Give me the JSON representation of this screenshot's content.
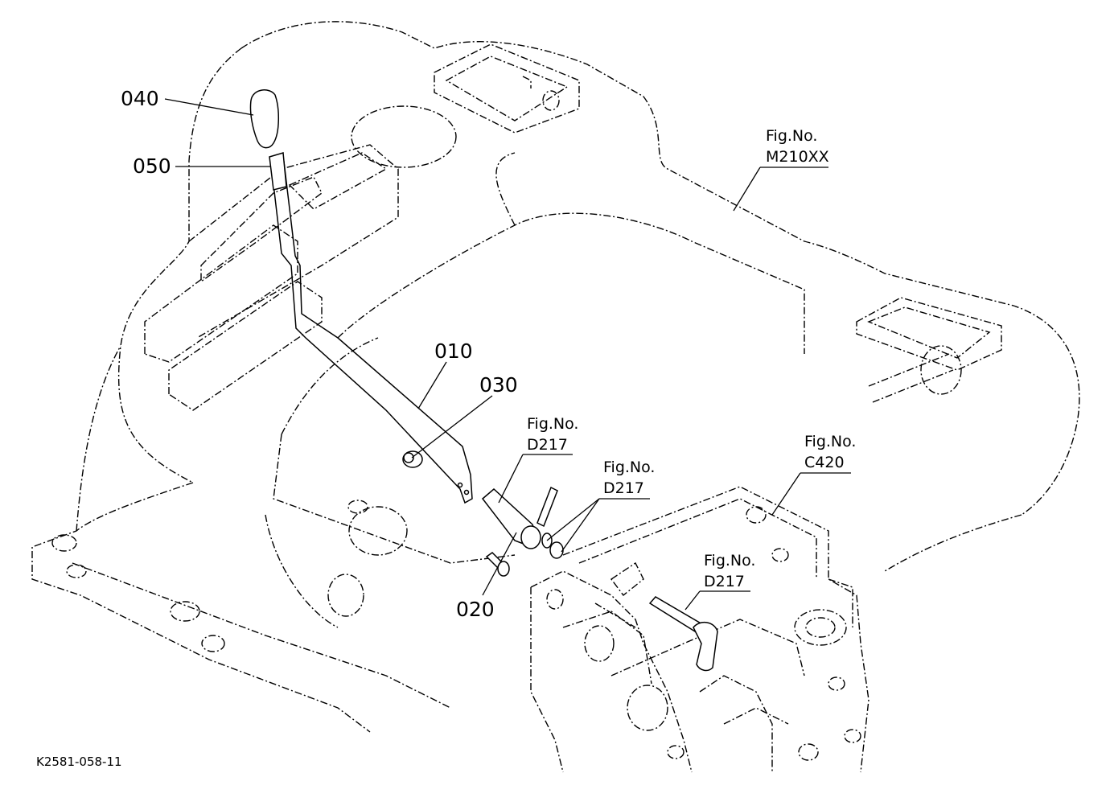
{
  "diagram": {
    "part_labels": {
      "p040": "040",
      "p050": "050",
      "p010": "010",
      "p030": "030",
      "p020": "020"
    },
    "fig_refs": {
      "m210xx": {
        "title": "Fig.No.",
        "code": "M210XX"
      },
      "d217_a": {
        "title": "Fig.No.",
        "code": "D217"
      },
      "d217_b": {
        "title": "Fig.No.",
        "code": "D217"
      },
      "c420": {
        "title": "Fig.No.",
        "code": "C420"
      },
      "d217_c": {
        "title": "Fig.No.",
        "code": "D217"
      }
    },
    "drawing_code": "K2581-058-11"
  }
}
